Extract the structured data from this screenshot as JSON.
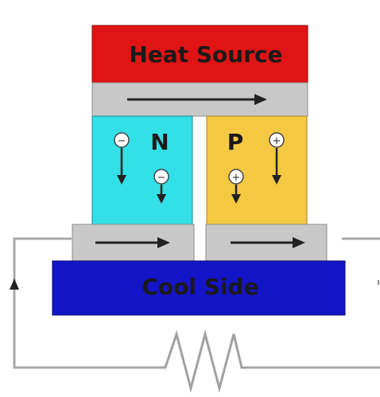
{
  "diagram": {
    "heat_source_label": "Heat Source",
    "cool_side_label": "Cool Side",
    "n_label": "N",
    "p_label": "P",
    "electron_sign": "−",
    "hole_sign": "+"
  },
  "colors": {
    "heat_source": "#e01414",
    "cool_side": "#1414c8",
    "n_type": "#33e0e8",
    "p_type": "#f5c842",
    "conductor": "#c8c8c8",
    "wire": "#a0a0a0",
    "label_text": "#1a1a1a",
    "arrow": "#222222"
  }
}
